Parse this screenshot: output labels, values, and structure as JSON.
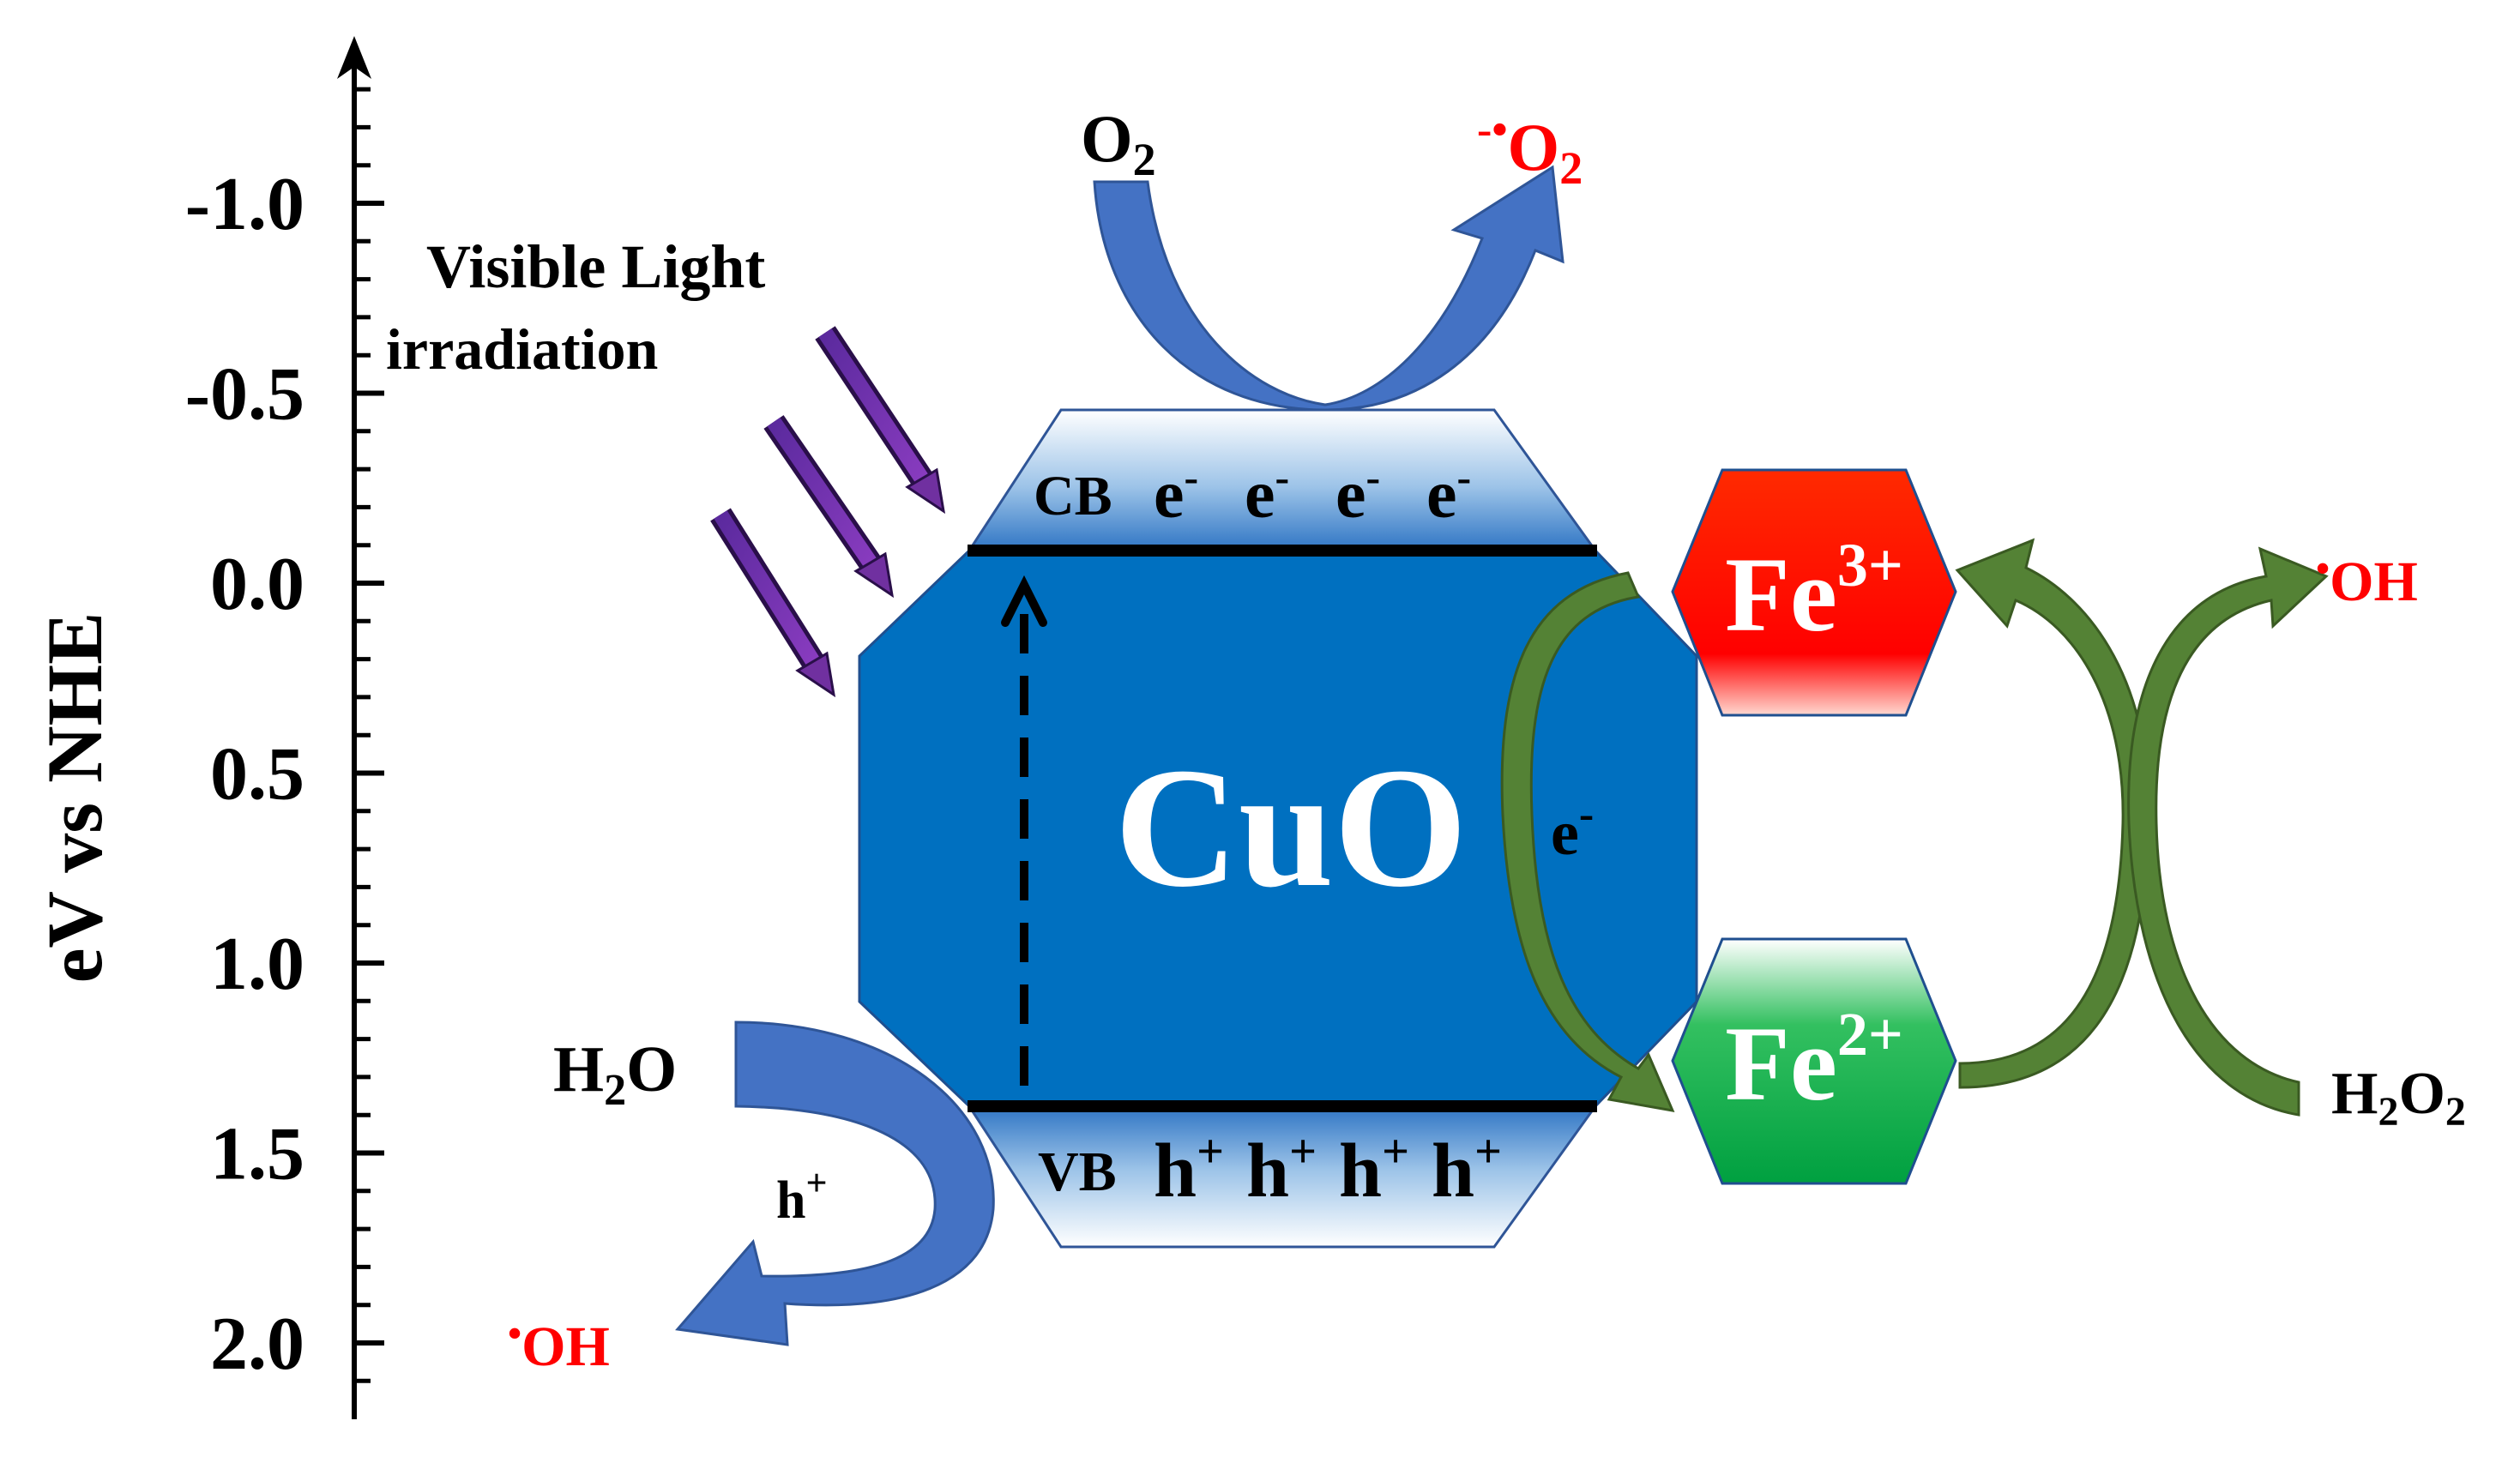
{
  "axis": {
    "label": "eV vs NHE",
    "ticks": [
      {
        "value": -1.0,
        "label": "-1.0"
      },
      {
        "value": -0.5,
        "label": "-0.5"
      },
      {
        "value": 0.0,
        "label": "0.0"
      },
      {
        "value": 0.5,
        "label": "0.5"
      },
      {
        "value": 1.0,
        "label": "1.0"
      },
      {
        "value": 1.5,
        "label": "1.5"
      },
      {
        "value": 2.0,
        "label": "2.0"
      }
    ],
    "range": [
      -1.5,
      2.2
    ]
  },
  "light": {
    "line1": "Visible Light",
    "line2": "irradiation"
  },
  "cuo": {
    "label": "CuO",
    "cb_label": "CB",
    "cb_carriers": [
      "e",
      "e",
      "e",
      "e"
    ],
    "cb_carrier_sup": "-",
    "vb_label": "VB",
    "vb_carriers": [
      "h",
      "h",
      "h",
      "h"
    ],
    "vb_carrier_sup": "+",
    "cb_level": 0.0,
    "vb_level": 1.4
  },
  "o2": {
    "reactant": "O",
    "reactant_sub": "2",
    "product_sup": "-•",
    "product": "O",
    "product_sub": "2"
  },
  "water": {
    "reactant_pre": "H",
    "reactant_sub": "2",
    "reactant_post": "O",
    "hole": "h",
    "hole_sup": "+",
    "product_dot": "•",
    "product": "OH"
  },
  "electron_transfer": {
    "label": "e",
    "sup": "-"
  },
  "fe3": {
    "base": "Fe",
    "sup": "3+"
  },
  "fe2": {
    "base": "Fe",
    "sup": "2+"
  },
  "h2o2": {
    "pre": "H",
    "sub1": "2",
    "mid": "O",
    "sub2": "2"
  },
  "oh_right": {
    "dot": "•",
    "label": "OH"
  },
  "colors": {
    "cuo_fill": "#0070c0",
    "band_top": "#2f75c4",
    "band_light": "#e6f0fa",
    "blue_arrow": "#4472c4",
    "blue_arrow_dark": "#2f5597",
    "green_arrow": "#548235",
    "fe3_fill": "#ff0000",
    "fe2_fill": "#00b050",
    "light_arrow": "#7030a0",
    "radical": "#ff0000"
  }
}
